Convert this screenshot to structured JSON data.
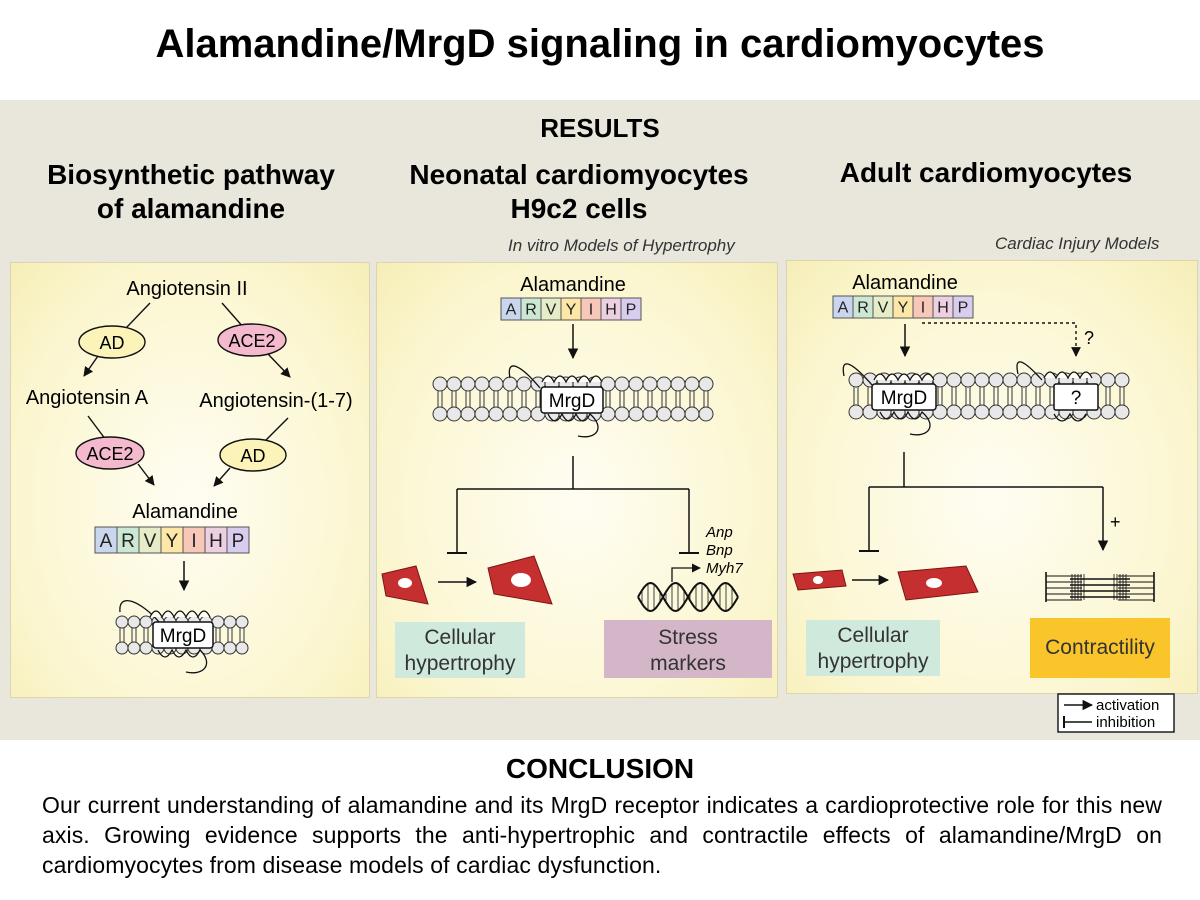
{
  "title": "Alamandine/MrgD signaling in cardiomyocytes",
  "results_label": "RESULTS",
  "columns": [
    {
      "title_line1": "Biosynthetic pathway",
      "title_line2": "of alamandine",
      "nodes": {
        "ang2": "Angiotensin II",
        "ad1": "AD",
        "ace2_top": "ACE2",
        "ang_a": "Angiotensin A",
        "ang17": "Angiotensin-(1-7)",
        "ace2_bottom": "ACE2",
        "ad2": "AD",
        "alamandine": "Alamandine",
        "receptor": "MrgD"
      }
    },
    {
      "title_line1": "Neonatal cardiomyocytes",
      "title_line2": "H9c2 cells",
      "subtitle": "In vitro Models of Hypertrophy",
      "alamandine": "Alamandine",
      "receptor": "MrgD",
      "genes": [
        "Anp",
        "Bnp",
        "Myh7"
      ],
      "box_left_line1": "Cellular",
      "box_left_line2": "hypertrophy",
      "box_right_line1": "Stress",
      "box_right_line2": "markers"
    },
    {
      "title_line1": "Adult cardiomyocytes",
      "subtitle": "Cardiac Injury Models",
      "alamandine": "Alamandine",
      "receptor": "MrgD",
      "unknown_receptor": "?",
      "unknown_link": "?",
      "plus_sign": "+",
      "box_left_line1": "Cellular",
      "box_left_line2": "hypertrophy",
      "box_right": "Contractility"
    }
  ],
  "peptide": [
    "A",
    "R",
    "V",
    "Y",
    "I",
    "H",
    "P"
  ],
  "peptide_colors": [
    "#c9d6ee",
    "#cde8d2",
    "#e6ebc8",
    "#fde7a6",
    "#f7c8b8",
    "#eccfe0",
    "#d9cdef"
  ],
  "legend": {
    "activation": "activation",
    "inhibition": "inhibition"
  },
  "colors": {
    "band": "#e9e6dc",
    "box_green": "#cfe9dc",
    "box_purple": "#d3b6c8",
    "box_orange": "#f9c52b",
    "cell_red": "#c62f2f",
    "enzyme_pink": "#f4b9cd",
    "enzyme_yellow": "#fbf3b8"
  },
  "conclusion_title": "CONCLUSION",
  "conclusion_text": "Our current understanding of alamandine and its MrgD receptor indicates a cardioprotective role for this new axis. Growing evidence supports the anti-hypertrophic and contractile effects of alamandine/MrgD on cardiomyocytes from disease models of cardiac dysfunction."
}
